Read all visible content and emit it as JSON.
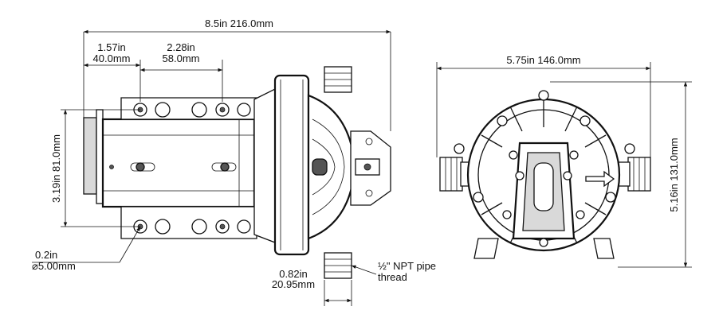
{
  "dimensions": {
    "overall_length": "8.5in 216.0mm",
    "mount_spacing_in": "1.57in",
    "mount_spacing_mm": "40.0mm",
    "bolt_spacing_in": "2.28in",
    "bolt_spacing_mm": "58.0mm",
    "mount_height": "3.19in 81.0mm",
    "hole_dia_in": "0.2in",
    "hole_dia_mm": "⌀5.00mm",
    "port_offset_in": "0.82in",
    "port_offset_mm": "20.95mm",
    "front_width": "5.75in 146.0mm",
    "front_height": "5.16in 131.0mm"
  },
  "annotations": {
    "thread_line1": "½\" NPT pipe",
    "thread_line2": "thread"
  },
  "colors": {
    "ink": "#111111",
    "paper": "#ffffff",
    "shade": "#d9d9d9"
  }
}
